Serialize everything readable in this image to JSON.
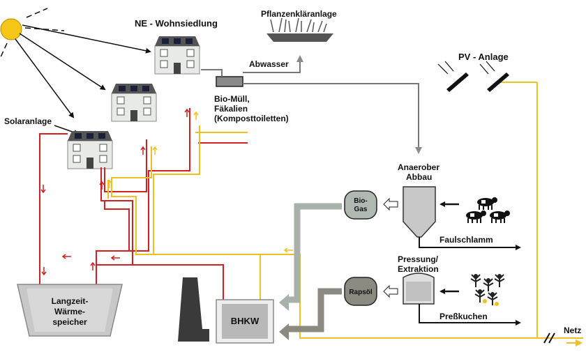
{
  "diagram": {
    "labels": {
      "settlement": "NE - Wohnsiedlung",
      "plant": "Pflanzenkläranlage",
      "waste_water": "Abwasser",
      "pv": "PV - Anlage",
      "solar": "Solaranlage",
      "biowaste_line1": "Bio-Müll,",
      "biowaste_line2": "Fäkalien",
      "biowaste_line3": "(Komposttoiletten)",
      "anaerobic_line1": "Anaerober",
      "anaerobic_line2": "Abbau",
      "biogas_line1": "Bio-",
      "biogas_line2": "Gas",
      "digestate": "Faulschlamm",
      "pressing_line1": "Pressung/",
      "pressing_line2": "Extraktion",
      "rapeseed_oil": "Rapsöl",
      "press_cake": "Preßkuchen",
      "storage_line1": "Langzeit-",
      "storage_line2": "Wärme-",
      "storage_line3": "speicher",
      "chp": "BHKW",
      "grid": "Netz"
    },
    "colors": {
      "heat_supply": "#d42020",
      "heat_return": "#f0c020",
      "gas_pipe": "#a8b0aa",
      "oil_pipe": "#8a8a80",
      "sun": "#f5c518",
      "digester": "#c8c8c8"
    },
    "icons": [
      "sun-icon",
      "house-icon",
      "cow-icon",
      "rapeseed-plant-icon",
      "chimney-icon",
      "pv-panel-icon",
      "reed-plant-icon"
    ]
  }
}
